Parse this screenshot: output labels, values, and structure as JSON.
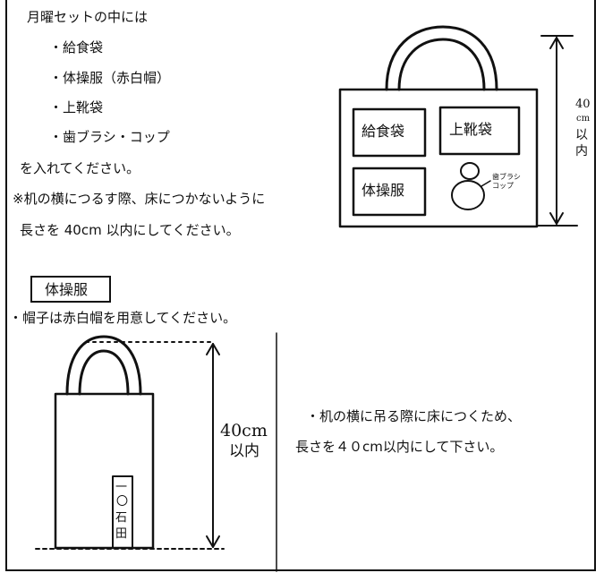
{
  "section1": {
    "heading": "月曜セットの中には",
    "items": [
      "・給食袋",
      "・体操服（赤白帽）",
      "・上靴袋",
      "・歯ブラシ・コップ"
    ],
    "instruction": "を入れてください。",
    "note_line1": "※机の横につるす際、床につかないように",
    "note_line2": "長さを 40cm 以内にしてください。"
  },
  "bag1": {
    "labels": [
      "給食袋",
      "上靴袋",
      "体操服"
    ],
    "cup_label_line1": "歯ブラシ",
    "cup_label_line2": "コップ",
    "measure_line1": "40",
    "measure_line2": "cm",
    "measure_line3": "以",
    "measure_line4": "内"
  },
  "section2": {
    "title": "体操服",
    "cap_note": "・帽子は赤白帽を用意してください。",
    "bag_text_line1": "一",
    "bag_text_line2": "〇",
    "bag_text_line3": "石",
    "bag_text_line4": "田",
    "measure_line1": "40cm",
    "measure_line2": "以内",
    "note_line1": "・机の横に吊る際に床につくため、",
    "note_line2": "長さを４０cm以内にして下さい。"
  }
}
